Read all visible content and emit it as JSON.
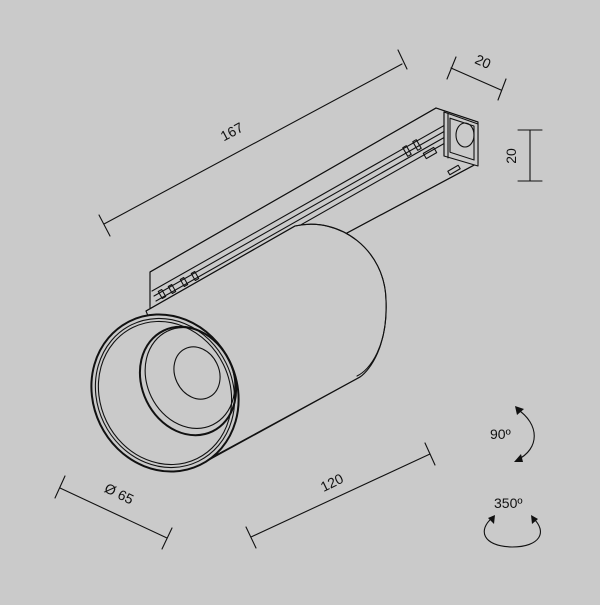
{
  "drawing": {
    "title": "Track spot light technical drawing",
    "background_color": "#cacaca",
    "line_color": "#111111"
  },
  "dimensions": {
    "adapter_length": "167",
    "adapter_width": "20",
    "adapter_height": "20",
    "body_diameter": "Ø 65",
    "body_length": "120"
  },
  "rotation": {
    "tilt": "90º",
    "swivel": "350º"
  }
}
